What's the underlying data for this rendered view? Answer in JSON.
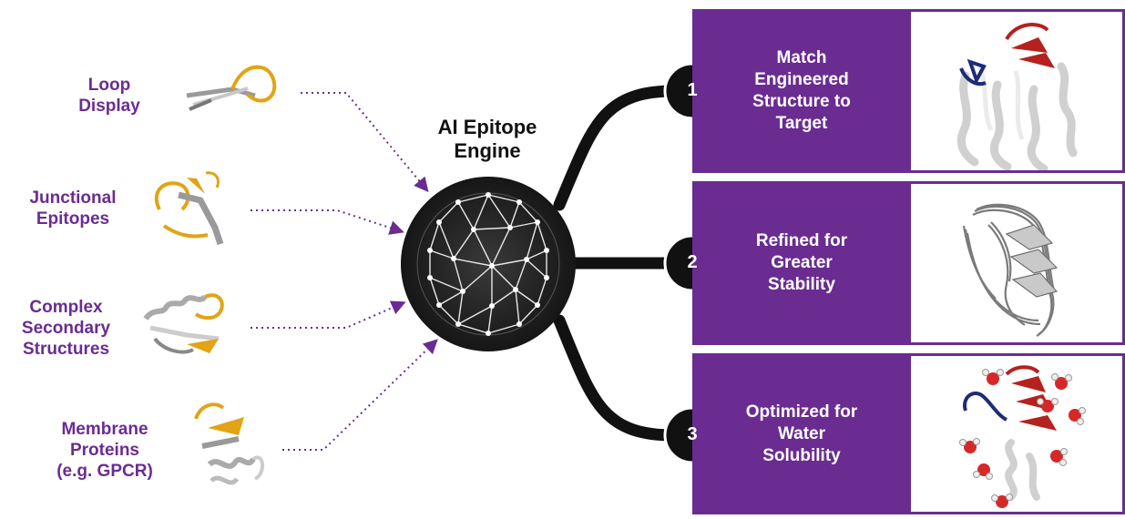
{
  "colors": {
    "purple": "#6a2c91",
    "gold": "#e0a416",
    "red": "#b5211c",
    "navy": "#1f2a78",
    "black": "#111111"
  },
  "inputs": [
    {
      "lines": [
        "Loop",
        "Display"
      ],
      "icon": "loop-display-protein-icon"
    },
    {
      "lines": [
        "Junctional",
        "Epitopes"
      ],
      "icon": "junctional-epitope-protein-icon"
    },
    {
      "lines": [
        "Complex",
        "Secondary",
        "Structures"
      ],
      "icon": "complex-secondary-structure-protein-icon"
    },
    {
      "lines": [
        "Membrane",
        "Proteins",
        "(e.g. GPCR)"
      ],
      "icon": "membrane-protein-icon"
    }
  ],
  "engine": {
    "title_line1": "AI Epitope",
    "title_line2": "Engine",
    "icon": "neural-network-sphere-icon"
  },
  "outputs": [
    {
      "step": "1",
      "lines": [
        "Match",
        "Engineered",
        "Structure to",
        "Target"
      ],
      "image": "target-match-structure-icon"
    },
    {
      "step": "2",
      "lines": [
        "Refined for",
        "Greater",
        "Stability"
      ],
      "image": "stability-ensemble-structure-icon"
    },
    {
      "step": "3",
      "lines": [
        "Optimized for",
        "Water",
        "Solubility"
      ],
      "image": "water-solubility-structure-icon"
    }
  ]
}
